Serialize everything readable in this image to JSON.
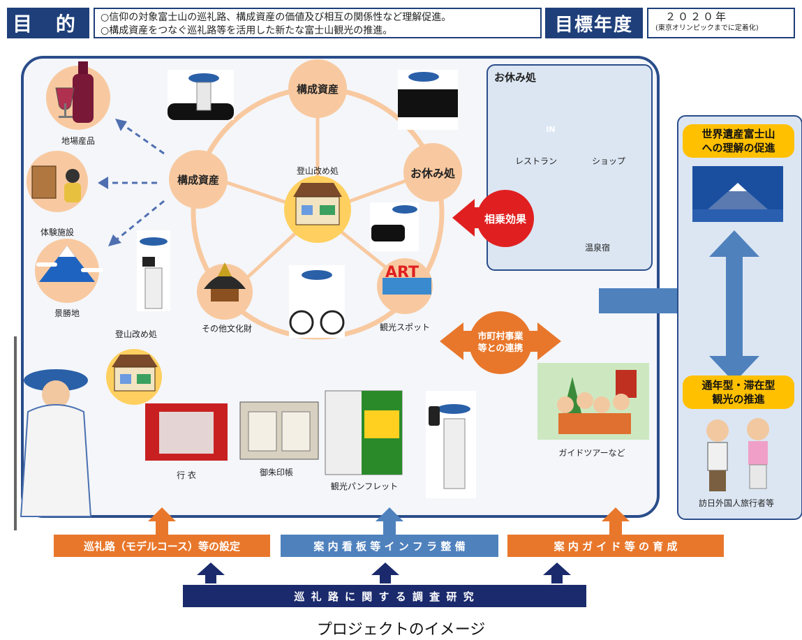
{
  "header": {
    "purpose_label": "目 的",
    "purpose_lines": [
      "○信仰の対象富士山の巡礼路、構成資産の価値及び相互の関係性など理解促進。",
      "○構成資産をつなぐ巡礼路等を活用した新たな富士山観光の推進。"
    ],
    "target_label": "目標年度",
    "target_year": "２０２０年",
    "target_note": "(東京オリンピックまでに定着化)"
  },
  "center": {
    "node_top": "構成資産",
    "node_left": "構成資産",
    "node_right": "お休み処",
    "hub_label": "登山改め処",
    "other_culture": "その他文化財",
    "sightseeing_spot": "観光スポット"
  },
  "left_items": {
    "local_products": "地場産品",
    "experience": "体験施設",
    "scenic": "景勝地"
  },
  "rest_panel": {
    "title": "お休み処",
    "restaurant": "レストラン",
    "shop": "ショップ",
    "onsen": "温泉宿",
    "inn_sign": "IN"
  },
  "synergy_label": "相乗効果",
  "cooperation_label": [
    "市町村事業",
    "等との連携"
  ],
  "guide_panel": {
    "label": "ガイドツアーなど"
  },
  "bottom_panel": {
    "station_label": "登山改め処",
    "items": [
      "行 衣",
      "御朱印帳",
      "観光パンフレット"
    ]
  },
  "right_panel": {
    "goal1": [
      "世界遺産富士山",
      "への理解の促進"
    ],
    "goal2": [
      "通年型・滞在型",
      "観光の推進"
    ],
    "visitors": "訪日外国人旅行者等"
  },
  "measures": [
    "巡礼路（モデルコース）等の設定",
    "案 内 看 板 等 イ ン フ ラ 整 備",
    "案 内 ガ イ ド 等 の 育 成"
  ],
  "research": "巡 礼 路 に 関 す る 調 査 研 究",
  "caption": "プロジェクトのイメージ",
  "colors": {
    "navy": "#1f3f7a",
    "orange": "#e8772b",
    "peach": "#f8c9a0",
    "panel_blue": "#dce6f3",
    "steel": "#4f81bd",
    "red": "#e02020"
  }
}
